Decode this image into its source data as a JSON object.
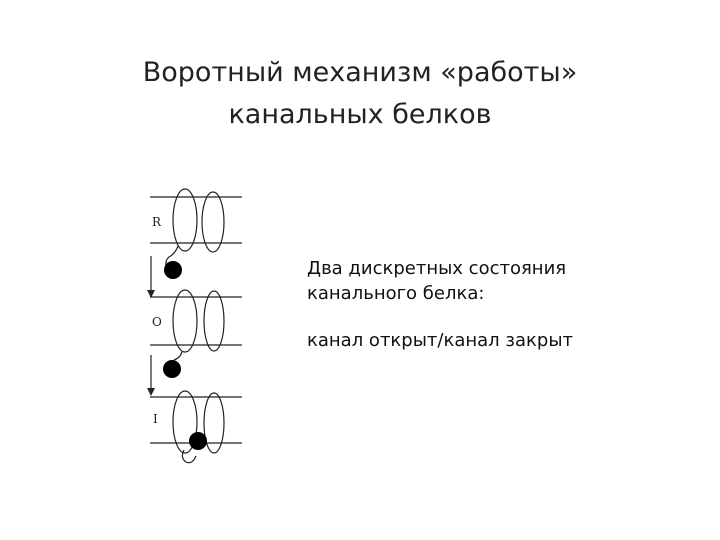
{
  "title": {
    "line1": "Воротный механизм «работы»",
    "line2": "канальных белков"
  },
  "description": {
    "line1": "Два дискретных состояния",
    "line2": "канального белка:",
    "line3": "канал открыт/канал закрыт"
  },
  "diagram": {
    "state_labels": [
      "R",
      "O",
      "I"
    ],
    "colors": {
      "stroke": "#222222",
      "ball": "#000000"
    }
  }
}
